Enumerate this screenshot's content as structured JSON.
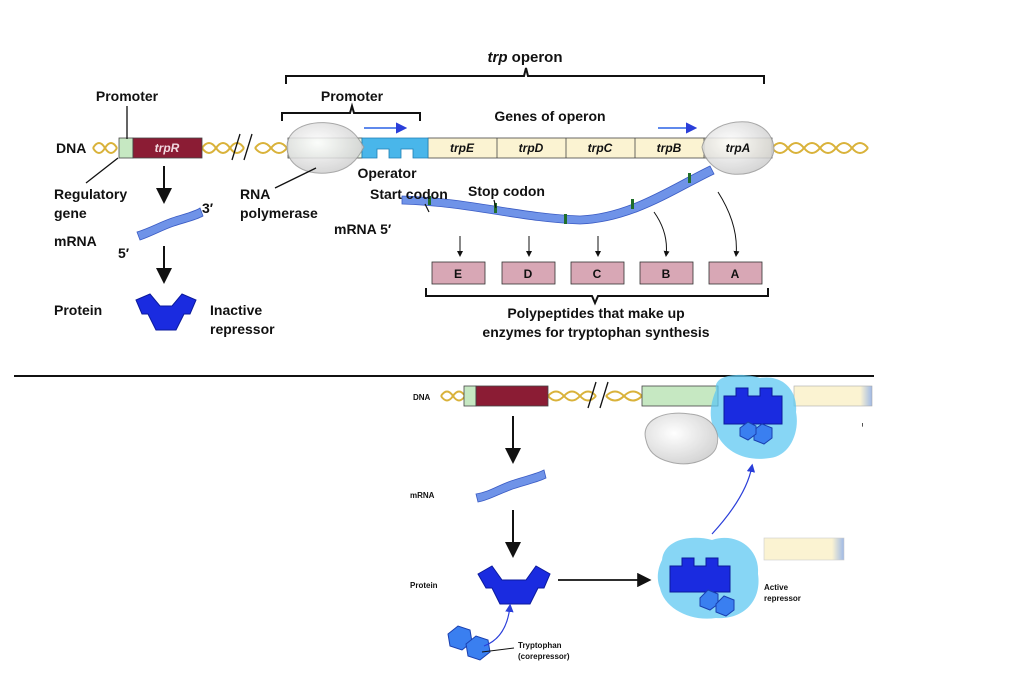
{
  "top": {
    "operon_title_italic": "trp",
    "operon_title_rest": " operon",
    "promoter_left": "Promoter",
    "promoter_operon": "Promoter",
    "genes_of_operon": "Genes of operon",
    "dna": "DNA",
    "trpR": "trpR",
    "genes": [
      "trpE",
      "trpD",
      "trpC",
      "trpB",
      "trpA"
    ],
    "operator": "Operator",
    "regulatory_gene_line1": "Regulatory",
    "regulatory_gene_line2": "gene",
    "rna_polymerase_line1": "RNA",
    "rna_polymerase_line2": "polymerase",
    "start_codon": "Start codon",
    "stop_codon": "Stop codon",
    "mrna_left": "mRNA",
    "mrna_right": "mRNA 5′",
    "three_prime": "3′",
    "five_prime": "5′",
    "protein": "Protein",
    "inactive_line1": "Inactive",
    "inactive_line2": "repressor",
    "polypeptides": [
      "E",
      "D",
      "C",
      "B",
      "A"
    ],
    "caption_line1": "Polypeptides that make up",
    "caption_line2": "enzymes for tryptophan synthesis"
  },
  "bottom": {
    "dna": "DNA",
    "mrna": "mRNA",
    "protein": "Protein",
    "tryptophan_line1": "Tryptophan",
    "tryptophan_line2": "(corepressor)",
    "active_line1": "Active",
    "active_line2": "repressor"
  },
  "colors": {
    "trpR": "#8b1c34",
    "gene_fill": "#fbf3d2",
    "promoter_fill": "#c6e8c2",
    "operator": "#49b6ea",
    "repressor": "#1a2be0",
    "mrna": "#6f93e8",
    "polypeptide": "#d8a7b5",
    "dna_helix": "#d9b23a"
  }
}
